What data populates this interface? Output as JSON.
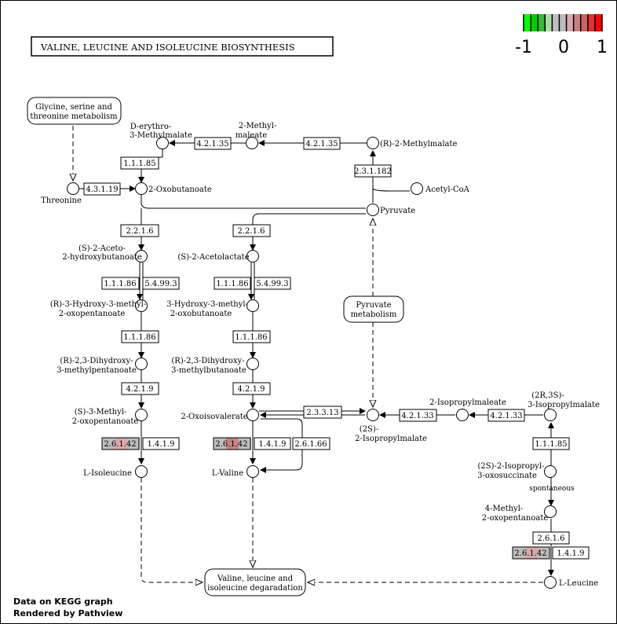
{
  "title": "VALINE, LEUCINE AND ISOLEUCINE BIOSYNTHESIS",
  "legend": {
    "min_label": "-1",
    "mid_label": "0",
    "max_label": "1",
    "colors": [
      "#00ff00",
      "#00cc00",
      "#33bb33",
      "#aadaaa",
      "#bebebe",
      "#bebebe",
      "#d9a8a8",
      "#c88282",
      "#c86464",
      "#e03030",
      "#ff0000"
    ]
  },
  "footer": {
    "line1": "Data on KEGG graph",
    "line2": "Rendered by Pathview"
  },
  "maps": {
    "gst": [
      "Glycine, serine and",
      "threonine metabolism"
    ],
    "pyr": [
      "Pyruvate",
      "metabolism"
    ],
    "deg": [
      "Valine, leucine and",
      "isoleucine degaradation"
    ]
  },
  "compounds": {
    "d_erythro": [
      "D-erythro-",
      "3-Methylmalate"
    ],
    "methylmaleate": [
      "2-Methyl-",
      "maleate"
    ],
    "r_methylmalate": "(R)-2-Methylmalate",
    "threonine": "Threonine",
    "oxobutanoate": "2-Oxobutanoate",
    "acetyl_coa": "Acetyl-CoA",
    "pyruvate": "Pyruvate",
    "s_aceto_hb": [
      "(S)-2-Aceto-",
      "2-hydroxybutanoate"
    ],
    "s_acetolactate": "(S)-2-Acetolactate",
    "r_hydroxy_mop": [
      "(R)-3-Hydroxy-3-methyl-",
      "2-oxopentanoate"
    ],
    "hydroxy_mob": [
      "3-Hydroxy-3-methyl-",
      "2-oxobutanoate"
    ],
    "dihydroxy_mp": [
      "(R)-2,3-Dihydroxy-",
      "3-methylpentanoate"
    ],
    "dihydroxy_mb": [
      "(R)-2,3-Dihydroxy-",
      "3-methylbutanoate"
    ],
    "s_methyl_op": [
      "(S)-3-Methyl-",
      "2-oxopentanoate"
    ],
    "oxoisovalerate": "2-Oxoisovalerate",
    "s_isopropylmalate": [
      "(2S)-",
      "2-Isopropylmalate"
    ],
    "isopropylmaleate": "2-Isopropylmaleate",
    "r_s_isopropylmalate": [
      "(2R,3S)-",
      "3-Isopropylmalate"
    ],
    "isopropyl_oxo": [
      "(2S)-2-Isopropyl-",
      "3-oxosuccinate"
    ],
    "spontaneous": "spontaneous",
    "methyl_oxopent": [
      "4-Methyl-",
      "2-oxopentanoate"
    ],
    "l_isoleucine": "L-Isoleucine",
    "l_valine": "L-Valine",
    "l_leucine": "L-Leucine"
  },
  "enzymes": {
    "e_4_2_1_35_a": "4.2.1.35",
    "e_4_2_1_35_b": "4.2.1.35",
    "e_1_1_1_85_a": "1.1.1.85",
    "e_2_3_1_182": "2.3.1.182",
    "e_4_3_1_19": "4.3.1.19",
    "e_2_2_1_6_a": "2.2.1.6",
    "e_2_2_1_6_b": "2.2.1.6",
    "e_1_1_1_86_a": "1.1.1.86",
    "e_5_4_99_3_a": "5.4.99.3",
    "e_1_1_1_86_b": "1.1.1.86",
    "e_5_4_99_3_b": "5.4.99.3",
    "e_1_1_1_86_c": "1.1.1.86",
    "e_1_1_1_86_d": "1.1.1.86",
    "e_4_2_1_9_a": "4.2.1.9",
    "e_4_2_1_9_b": "4.2.1.9",
    "e_2_3_3_13": "2.3.3.13",
    "e_4_2_1_33_a": "4.2.1.33",
    "e_4_2_1_33_b": "4.2.1.33",
    "e_2_6_1_42_a": "2.6.1.42",
    "e_1_4_1_9_a": "1.4.1.9",
    "e_2_6_1_42_b": "2.6.1.42",
    "e_1_4_1_9_b": "1.4.1.9",
    "e_2_6_1_66": "2.6.1.66",
    "e_1_1_1_85_b": "1.1.1.85",
    "e_2_6_1_6": "2.6.1.6",
    "e_2_6_1_42_c": "2.6.1.42",
    "e_1_4_1_9_c": "1.4.1.9"
  },
  "colors": {
    "no_data": "#bebebe",
    "up_mid": "#c88282",
    "up_light": "#d9a8a8",
    "box": "#ffffff",
    "line": "#000000"
  }
}
